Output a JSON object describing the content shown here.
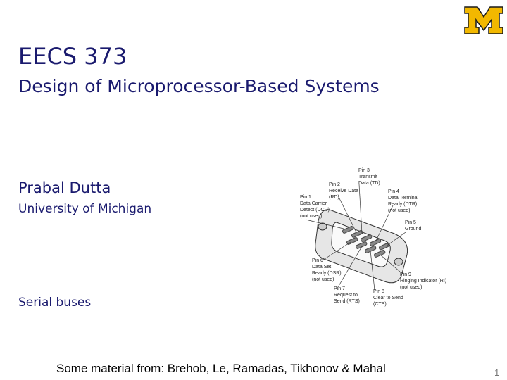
{
  "slide": {
    "title": "EECS 373",
    "subtitle": "Design of Microprocessor-Based Systems",
    "author": "Prabal Dutta",
    "affiliation": "University of Michigan",
    "topic": "Serial buses",
    "footer": "Some material from: Brehob, Le, Ramadas, Tikhonov & Mahal",
    "page_number": "1"
  },
  "logo": {
    "icon": "block-m-icon",
    "color": "#f2b800",
    "outline": "#1a1a1a"
  },
  "diagram": {
    "pins": [
      {
        "lines": [
          "Pin 3",
          "Transmit",
          "Data (TD)"
        ]
      },
      {
        "lines": [
          "Pin 2",
          "Receive Data",
          "(RD)"
        ]
      },
      {
        "lines": [
          "Pin 4",
          "Data Terminal",
          "Ready (DTR)",
          "(not used)"
        ]
      },
      {
        "lines": [
          "Pin 1",
          "Data Carrier",
          "Detect (DCD)",
          "(not used)"
        ]
      },
      {
        "lines": [
          "Pin 5",
          "Ground"
        ]
      },
      {
        "lines": [
          "Pin 6",
          "Data Set",
          "Ready (DSR)",
          "(not used)"
        ]
      },
      {
        "lines": [
          "Pin 9",
          "Ringing Indicator (RI)",
          "(not used)"
        ]
      },
      {
        "lines": [
          "Pin 7",
          "Request to",
          "Send (RTS)"
        ]
      },
      {
        "lines": [
          "Pin 8",
          "Clear to Send",
          "(CTS)"
        ]
      }
    ]
  }
}
